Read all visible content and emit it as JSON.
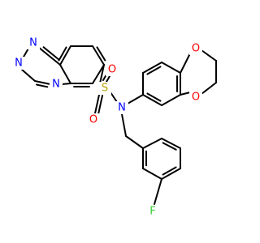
{
  "molecule": {
    "atoms": {
      "n1": {
        "symbol": "N",
        "color": "#0000ff"
      },
      "n2": {
        "symbol": "N",
        "color": "#0000ff"
      },
      "n3": {
        "symbol": "N",
        "color": "#0000ff"
      },
      "n_sulfonamide": {
        "symbol": "N",
        "color": "#0000ff"
      },
      "s": {
        "symbol": "S",
        "color": "#b8a200"
      },
      "o_s1": {
        "symbol": "O",
        "color": "#ff0000"
      },
      "o_s2": {
        "symbol": "O",
        "color": "#ff0000"
      },
      "o_dioxane1": {
        "symbol": "O",
        "color": "#ff0000"
      },
      "o_dioxane2": {
        "symbol": "O",
        "color": "#ff0000"
      },
      "f": {
        "symbol": "F",
        "color": "#33cc33"
      }
    },
    "bond_color": "#000000"
  }
}
